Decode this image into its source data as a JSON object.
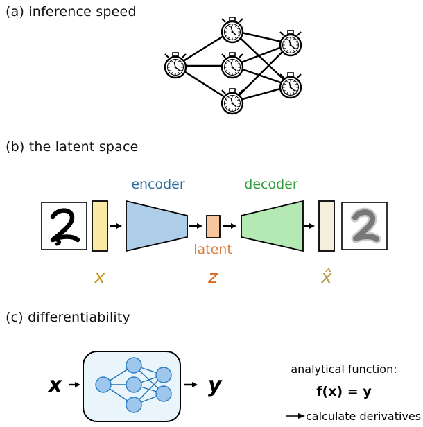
{
  "sections": {
    "a": {
      "label": "(a) inference speed"
    },
    "b": {
      "label": "(b) the latent space"
    },
    "c": {
      "label": "(c) differentiability"
    }
  },
  "latent": {
    "encoder_label": "encoder",
    "decoder_label": "decoder",
    "latent_label": "latent",
    "x_symbol": "x",
    "z_symbol": "z",
    "xhat_symbol": "x̂",
    "colors": {
      "encoder": "#2e6e9e",
      "decoder": "#2e9e3a",
      "latent": "#e07b39",
      "x": "#c8941a",
      "xhat": "#b89a4a"
    }
  },
  "differentiability": {
    "input_symbol": "x",
    "output_symbol": "y",
    "caption_title": "analytical function:",
    "equation": "f(x) = y",
    "derivatives_note": "calculate derivatives"
  }
}
